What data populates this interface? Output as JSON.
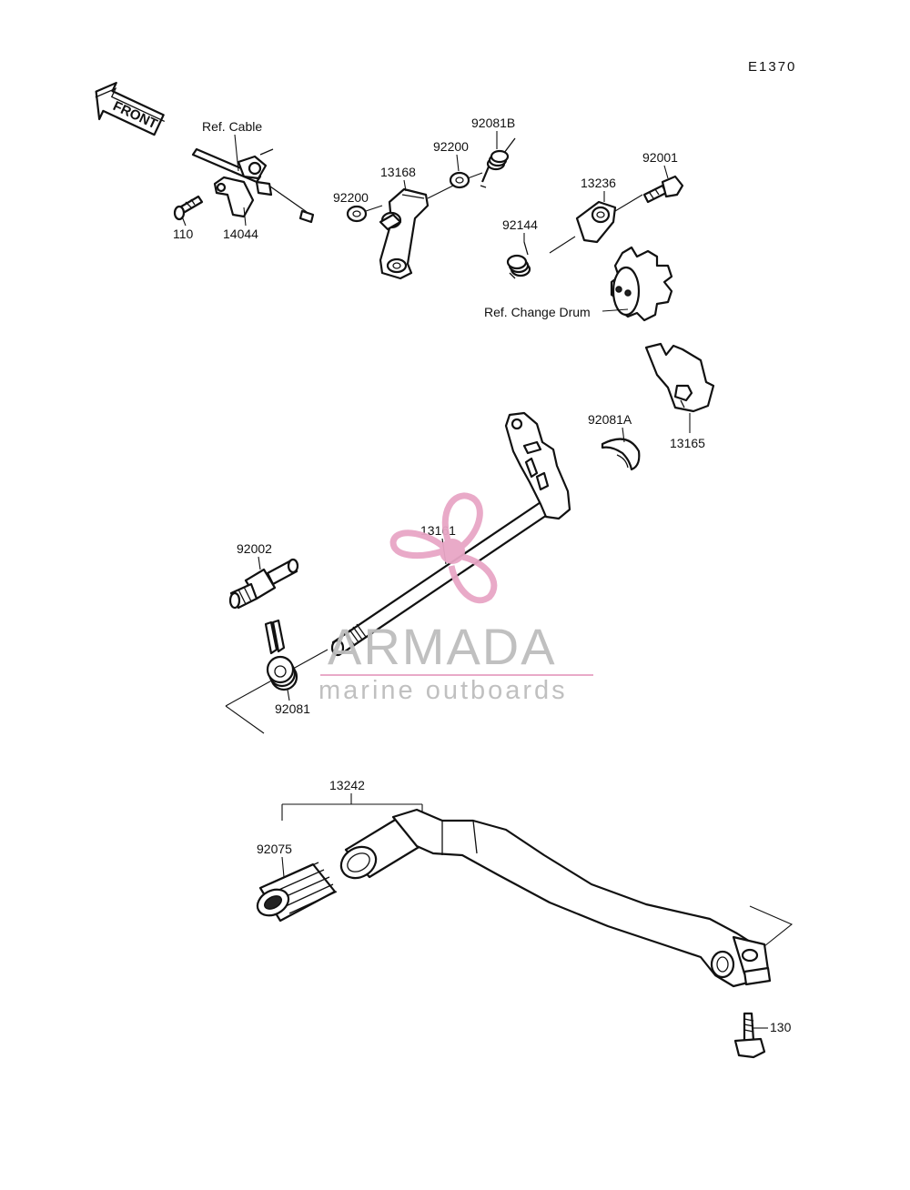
{
  "diagram": {
    "code": "E1370",
    "front_label": "FRONT",
    "labels": {
      "ref_cable": "Ref. Cable",
      "p110": "110",
      "p14044": "14044",
      "p92200_a": "92200",
      "p13168": "13168",
      "p92200_b": "92200",
      "p92081B": "92081B",
      "p92144": "92144",
      "p13236": "13236",
      "p92001": "92001",
      "ref_change_drum": "Ref. Change Drum",
      "p13165": "13165",
      "p92081A": "92081A",
      "p13161": "13161",
      "p92002": "92002",
      "p92081": "92081",
      "p13242": "13242",
      "p92075": "92075",
      "p130": "130"
    }
  },
  "watermark": {
    "title": "ARMADA",
    "subtitle": "marine outboards",
    "accent_color": "#e8a6c6",
    "text_color": "#bdbdbd"
  }
}
